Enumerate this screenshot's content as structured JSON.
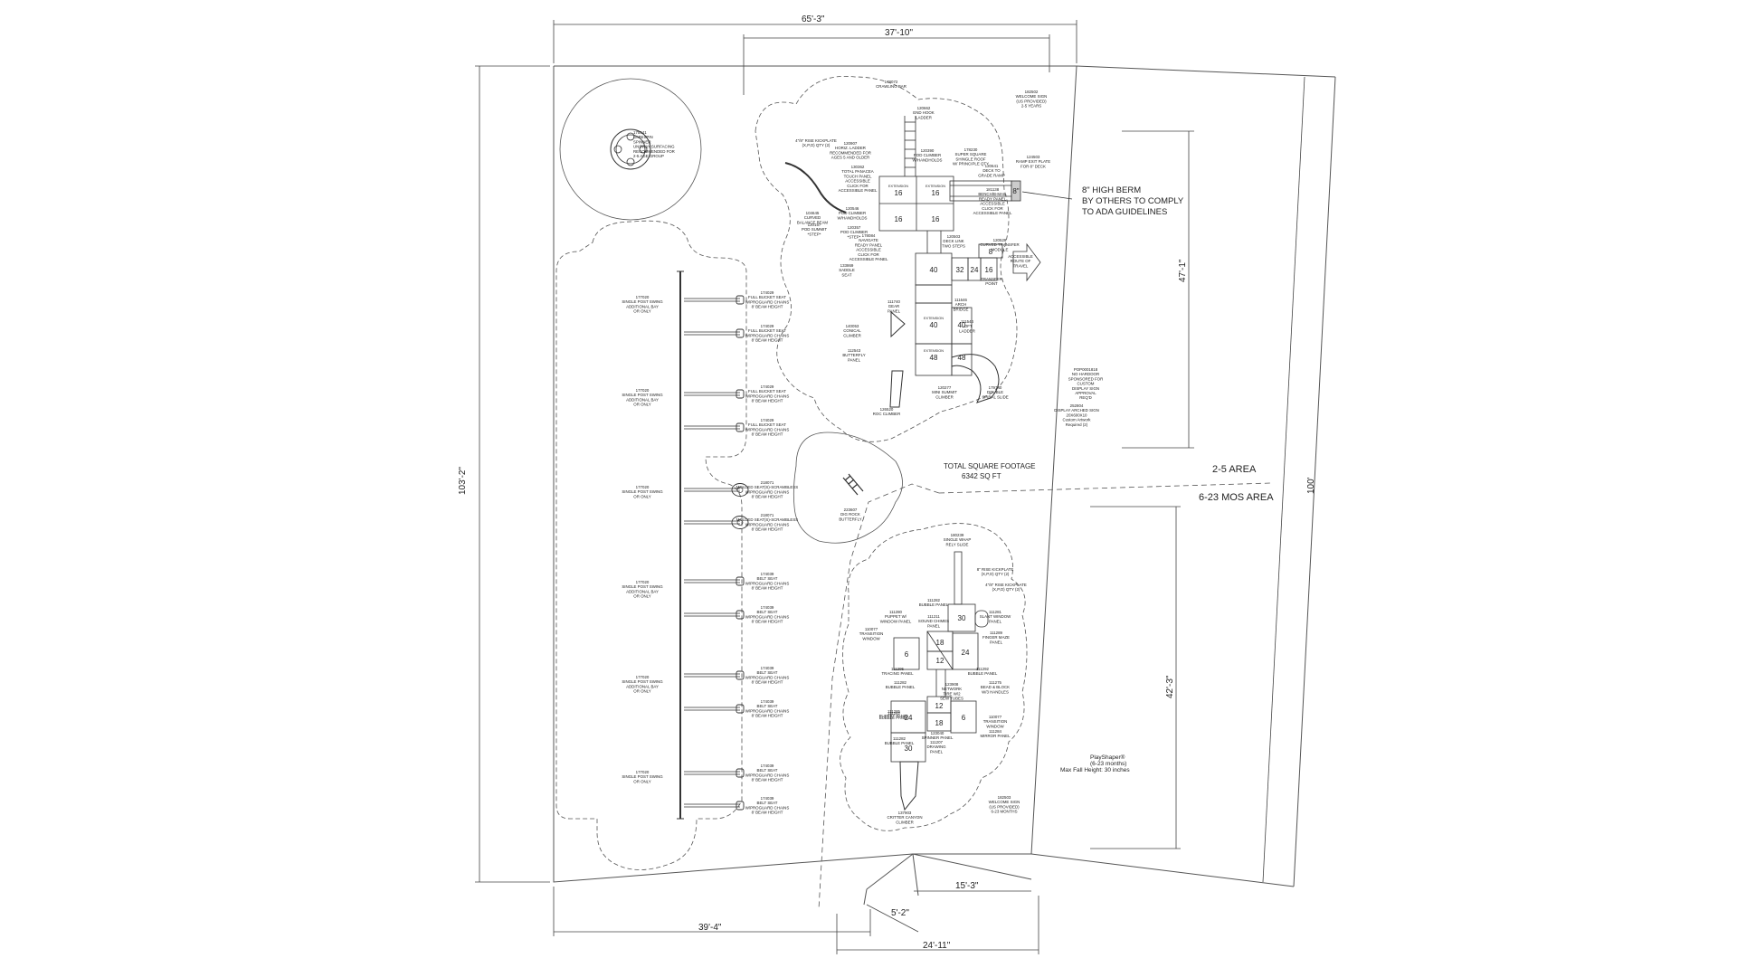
{
  "plan": {
    "dimensions": {
      "top_overall": "65'-3\"",
      "top_inner": "37'-10\"",
      "left": "103'-2\"",
      "right_outer": "100'",
      "right_upper": "47'-1\"",
      "right_lower": "42'-3\"",
      "bottom_left": "39'-4\"",
      "bottom_gate": "15'-3\"",
      "bottom_notch": "5'-2\"",
      "bottom_center": "24'-11\""
    },
    "notes": {
      "berm": [
        "8\" HIGH BERM",
        "BY OTHERS TO COMPLY",
        "TO ADA GUIDELINES"
      ],
      "square_footage": [
        "TOTAL SQUARE FOOTAGE",
        "6342 SQ FT"
      ],
      "area_upper": "2-5 AREA",
      "area_lower": "6-23 MOS AREA",
      "playshaper": [
        "PlayShaper®",
        "(6-23 months)",
        "Max Fall Height: 30 inches"
      ]
    },
    "spinner_labels": [
      "175541",
      "OMNISPIN",
      "SPINNER",
      "UNSWAY SURFACING",
      "RECOMMENDED FOR",
      "2-5 AGE GROUP"
    ],
    "swing_post_labels": [
      [
        "177020",
        "SINGLE POST SWING",
        "ADDITIONAL BAY",
        "OR ONLY"
      ],
      [
        "177020",
        "SINGLE POST SWING",
        "ADDITIONAL BAY",
        "OR ONLY"
      ],
      [
        "177020",
        "SINGLE POST SWING",
        "OR ONLY"
      ],
      [
        "177020",
        "SINGLE POST SWING",
        "ADDITIONAL BAY",
        "OR ONLY"
      ],
      [
        "177020",
        "SINGLE POST SWING",
        "ADDITIONAL BAY",
        "OR ONLY"
      ],
      [
        "177020",
        "SINGLE POST SWING",
        "OR ONLY"
      ]
    ],
    "seat_labels": [
      [
        "174029",
        "FULL BUCKET SEAT",
        "W/PROGUARD CHAINS",
        "8' BEAM HEIGHT"
      ],
      [
        "174029",
        "FULL BUCKET SEAT",
        "W/PROGUARD CHAINS",
        "8' BEAM HEIGHT"
      ],
      [
        "174029",
        "FULL BUCKET SEAT",
        "W/PROGUARD CHAINS",
        "8' BEAM HEIGHT"
      ],
      [
        "174029",
        "FULL BUCKET SEAT",
        "W/PROGUARD CHAINS",
        "8' BEAM HEIGHT"
      ],
      [
        "218071",
        "MOLDED SEAT(S)-SCRAMBLESS",
        "W/PROGUARD CHAINS",
        "8' BEAM HEIGHT"
      ],
      [
        "218071",
        "MOLDED SEAT(S)-SCRAMBLESS",
        "W/PROGUARD CHAINS",
        "8' BEAM HEIGHT"
      ],
      [
        "174039",
        "BELT SEAT",
        "W/PROGUARD CHAINS",
        "8' BEAM HEIGHT"
      ],
      [
        "174039",
        "BELT SEAT",
        "W/PROGUARD CHAINS",
        "8' BEAM HEIGHT"
      ],
      [
        "174039",
        "BELT SEAT",
        "W/PROGUARD CHAINS",
        "8' BEAM HEIGHT"
      ],
      [
        "174039",
        "BELT SEAT",
        "W/PROGUARD CHAINS",
        "8' BEAM HEIGHT"
      ],
      [
        "174039",
        "BELT SEAT",
        "W/PROGUARD CHAINS",
        "8' BEAM HEIGHT"
      ],
      [
        "174039",
        "BELT SEAT",
        "W/PROGUARD CHAINS",
        "8' BEAM HEIGHT"
      ]
    ],
    "upper_labels": [
      [
        "182502",
        "WELCOME SIGN",
        "(US PROVIDED)",
        "2-5 YEARS"
      ],
      [
        "178072",
        "CRAWLING BAR"
      ],
      [
        "120662",
        "END HOOK",
        "LADDER"
      ],
      [
        "4\"/9\" RISE KICKPLATE",
        "(X,P,O) QTY (2)"
      ],
      [
        "120907",
        "HORIZ. LADDER",
        "RECOMMENDED FOR",
        "AGES 5 AND OLDER"
      ],
      [
        "120390",
        "POD CLIMBER",
        "W/HANDHOLDS"
      ],
      [
        "178230",
        "SUPER SQUARE",
        "SHINGLE ROOF",
        "W/ PRINCIPLE QTY"
      ],
      [
        "120641",
        "DECK TO",
        "GRADE RAMP"
      ],
      [
        "124503",
        "RAMP EXIT PLATE",
        "FOR 8\" DECK"
      ],
      [
        "130362",
        "TOTAL PANACEA",
        "TOUCH PANEL",
        "ACCESSIBLE",
        "CLICK FOR",
        "ACCESSIBLE PANEL"
      ],
      [
        "104645",
        "CURVED",
        "BALANCE BEAM"
      ],
      [
        "120546",
        "POD CLIMBER",
        "W/HANDHOLDS"
      ],
      [
        "120157",
        "POD SUMMIT",
        "*STEP*"
      ],
      [
        "120357",
        "POD CLIMBER",
        "*STEP*"
      ],
      [
        "181138",
        "BENCH/B-MAIL",
        "READY PANEL",
        "ACCESSIBLE",
        "CLICK FOR",
        "ACCESSIBLE PANEL"
      ],
      [
        "120503",
        "DECK LINK",
        "TWO STEPS"
      ],
      [
        "120529",
        "CURVED TRANSFER",
        "MODULE"
      ],
      [
        "178084",
        "NAVIGATE",
        "READY PANEL",
        "ACCESSIBLE",
        "CLICK FOR",
        "ACCESSIBLE PANEL"
      ],
      [
        "133869",
        "SADDLE",
        "SEAT"
      ],
      [
        "ACCESSIBLE",
        "ROUTE OF",
        "TRAVEL"
      ],
      [
        "TRANSFER",
        "POINT"
      ],
      [
        "111740",
        "GEAR",
        "PANEL"
      ],
      [
        "111646",
        "ARCH",
        "BRIDGE"
      ],
      [
        "140053",
        "CONICAL",
        "CLIMBER"
      ],
      [
        "111544",
        "LOFT",
        "LADDER"
      ],
      [
        "112543",
        "BUTTERFLY",
        "PANEL"
      ],
      [
        "120277",
        "MINI SUMMIT",
        "CLIMBER"
      ],
      [
        "179740",
        "DOUBLE",
        "SPIRAL SLIDE"
      ],
      [
        "126520",
        "ROC CLIMBER"
      ],
      [
        "POP0001818",
        "NO HARDOOR",
        "SPONSORED FOR",
        "CUSTOM",
        "DISPLAY SIGN",
        "APPROVAL",
        "REQ'D"
      ],
      [
        "252804",
        "DISPLAY ARCHED SIGN",
        "20X600X10",
        "Custom Artwork",
        "Required (2)"
      ]
    ],
    "lower_labels": [
      [
        "180239",
        "SINGLE WHAP",
        "RELY SLIDE"
      ],
      [
        "8\" RISE KICKPLATE",
        "(X,P,O) QTY (2)"
      ],
      [
        "4\"/8\" RISE KICKPLATE",
        "(X,P,O) QTY (2)"
      ],
      [
        "111282",
        "BUBBLE PANEL"
      ],
      [
        "111280",
        "PUPPET W/",
        "WINDOW PANEL"
      ],
      [
        "111211",
        "SOUND CHIMES",
        "PANEL"
      ],
      [
        "111281",
        "SLANT WINDOW",
        "PANEL"
      ],
      [
        "110077",
        "TRANSITION",
        "WINDOW"
      ],
      [
        "111289",
        "FINGER MAZE",
        "PANEL"
      ],
      [
        "111295",
        "TRACING PANEL"
      ],
      [
        "111282",
        "BUBBLE PANEL"
      ],
      [
        "111282",
        "BUBBLE PANEL"
      ],
      [
        "111292",
        "BUBBLE PANEL"
      ],
      [
        "123908",
        "NETWORK",
        "TIRE W/2",
        "SEW TUBES"
      ],
      [
        "111275",
        "BEAD & BLOCK",
        "W/3 HANDLES"
      ],
      [
        "111285",
        "PUPPET PANEL"
      ],
      [
        "110077",
        "TRANSITION",
        "WINDOW"
      ],
      [
        "123040",
        "SPINNER PANEL"
      ],
      [
        "111284",
        "MIRROR PANEL"
      ],
      [
        "111282",
        "BUBBLE PANEL"
      ],
      [
        "111207",
        "DRAWING",
        "PANEL"
      ],
      [
        "137903",
        "CRITTER CANYON",
        "CLIMBER"
      ],
      [
        "182503",
        "WELCOME SIGN",
        "(US PROVIDED)",
        "6-23 MONTHS"
      ]
    ],
    "bouncer_labels": [
      "223607",
      "DIG ROCK",
      "BUTTERFLY"
    ],
    "upper_decks": [
      {
        "value": "16",
        "tag": "EXTENSION"
      },
      {
        "value": "16",
        "tag": "EXTENSION"
      },
      {
        "value": "16",
        "tag": ""
      },
      {
        "value": "16",
        "tag": ""
      },
      {
        "value": "40",
        "tag": ""
      },
      {
        "value": "32",
        "tag": ""
      },
      {
        "value": "24",
        "tag": ""
      },
      {
        "value": "16",
        "tag": ""
      },
      {
        "value": "8",
        "tag": ""
      },
      {
        "value": "40",
        "tag": "EXTENSION"
      },
      {
        "value": "40",
        "tag": ""
      },
      {
        "value": "48",
        "tag": "EXTENSION"
      },
      {
        "value": "48",
        "tag": ""
      },
      {
        "value": "8\"",
        "tag": ""
      }
    ],
    "lower_decks": [
      {
        "value": "30"
      },
      {
        "value": "18"
      },
      {
        "value": "12"
      },
      {
        "value": "6"
      },
      {
        "value": "24"
      },
      {
        "value": "12"
      },
      {
        "value": "18"
      },
      {
        "value": "24"
      },
      {
        "value": "6"
      },
      {
        "value": "30"
      }
    ]
  }
}
